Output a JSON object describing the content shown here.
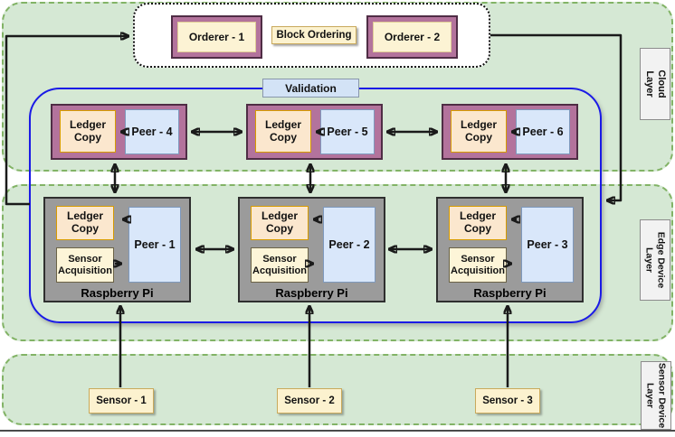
{
  "layers": {
    "cloud": {
      "label": "Cloud Layer"
    },
    "edge": {
      "label": "Edge Device Layer"
    },
    "sensor": {
      "label": "Sensor Device Layer"
    }
  },
  "cloud_section": {
    "orderer_1": "Orderer - 1",
    "orderer_2": "Orderer - 2",
    "block_ordering": "Block Ordering"
  },
  "validation": {
    "label": "Validation"
  },
  "cloud_peers": [
    {
      "ledger": "Ledger Copy",
      "peer": "Peer - 4"
    },
    {
      "ledger": "Ledger Copy",
      "peer": "Peer - 5"
    },
    {
      "ledger": "Ledger Copy",
      "peer": "Peer - 6"
    }
  ],
  "edge_devices": [
    {
      "ledger": "Ledger Copy",
      "sensor_acquisition": "Sensor Acquisition",
      "peer": "Peer - 1",
      "device": "Raspberry Pi"
    },
    {
      "ledger": "Ledger Copy",
      "sensor_acquisition": "Sensor Acquisition",
      "peer": "Peer - 2",
      "device": "Raspberry Pi"
    },
    {
      "ledger": "Ledger Copy",
      "sensor_acquisition": "Sensor Acquisition",
      "peer": "Peer - 3",
      "device": "Raspberry Pi"
    }
  ],
  "sensors": [
    {
      "label": "Sensor - 1"
    },
    {
      "label": "Sensor - 2"
    },
    {
      "label": "Sensor - 3"
    }
  ],
  "colors": {
    "band_green": "#D5E8D4",
    "band_border": "#82B366",
    "mauve_fill": "#B3739C",
    "mauve_border": "#4F2D45",
    "gray_fill": "#9B9B9B",
    "gray_border": "#2F2F2F",
    "peer_blue_fill": "#D9E7FA",
    "peer_blue_border": "#7E99BD",
    "cream_fill": "#FCF2CF",
    "cream_border": "#C9A95C",
    "peach_fill": "#FBE7CE",
    "peach_border": "#D79B00",
    "pale_yellow_fill": "#FDF5D8",
    "validation_fill": "#D3E3F6",
    "validation_outline_blue": "#1A1AE6",
    "arrow_black": "#1A1A1A"
  }
}
